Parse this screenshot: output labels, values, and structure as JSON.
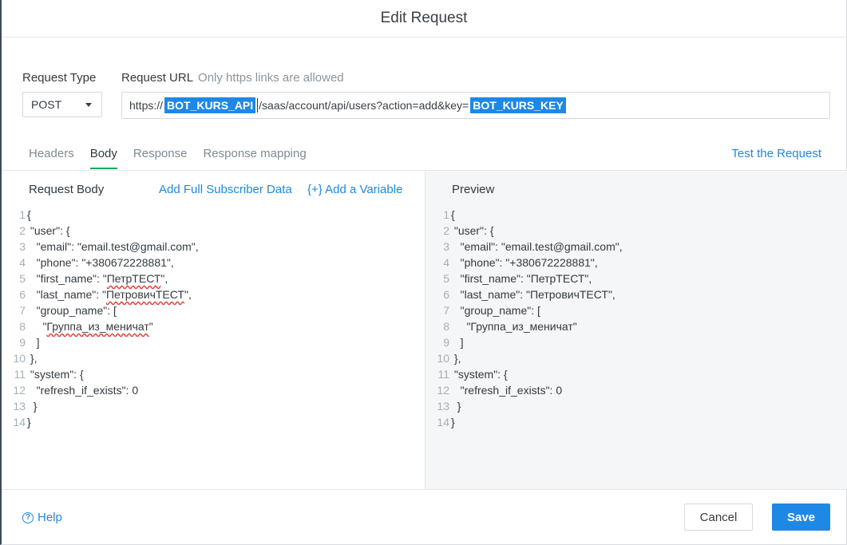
{
  "dialog": {
    "title": "Edit Request"
  },
  "request": {
    "type_label": "Request Type",
    "type_value": "POST",
    "url_label": "Request URL",
    "url_hint": "Only https links are allowed",
    "url_prefix": "https://",
    "url_var_1": "BOT_KURS_API",
    "url_middle": "/saas/account/api/users?action=add&key=",
    "url_var_2": "BOT_KURS_KEY"
  },
  "tabs": [
    {
      "label": "Headers",
      "active": false
    },
    {
      "label": "Body",
      "active": true
    },
    {
      "label": "Response",
      "active": false
    },
    {
      "label": "Response mapping",
      "active": false
    }
  ],
  "test_link": "Test the Request",
  "body_pane": {
    "title": "Request Body",
    "add_subscriber": "Add Full Subscriber Data",
    "add_variable": "{+} Add a Variable"
  },
  "preview_pane": {
    "title": "Preview"
  },
  "code_lines": [
    {
      "n": "1",
      "text": "{"
    },
    {
      "n": "2",
      "text": " \"user\": {"
    },
    {
      "n": "3",
      "text": "   \"email\": \"email.test@gmail.com\","
    },
    {
      "n": "4",
      "text": "   \"phone\": \"+380672228881\","
    },
    {
      "n": "5",
      "text": "   \"first_name\": \"ПетрТЕСТ\","
    },
    {
      "n": "6",
      "text": "   \"last_name\": \"ПетровичТЕСТ\","
    },
    {
      "n": "7",
      "text": "   \"group_name\": ["
    },
    {
      "n": "8",
      "text": "     \"Группа_из_меничат\""
    },
    {
      "n": "9",
      "text": "   ]"
    },
    {
      "n": "10",
      "text": " },"
    },
    {
      "n": "11",
      "text": " \"system\": {"
    },
    {
      "n": "12",
      "text": "   \"refresh_if_exists\": 0"
    },
    {
      "n": "13",
      "text": "  }"
    },
    {
      "n": "14",
      "text": "}"
    }
  ],
  "footer": {
    "help_label": "Help",
    "cancel_label": "Cancel",
    "save_label": "Save"
  },
  "colors": {
    "accent": "#1e88e5",
    "tab_active_underline": "#18a957",
    "preview_bg": "#f4f6f7"
  },
  "icons": {
    "help": "question-circle-icon",
    "dropdown": "caret-down-icon"
  }
}
